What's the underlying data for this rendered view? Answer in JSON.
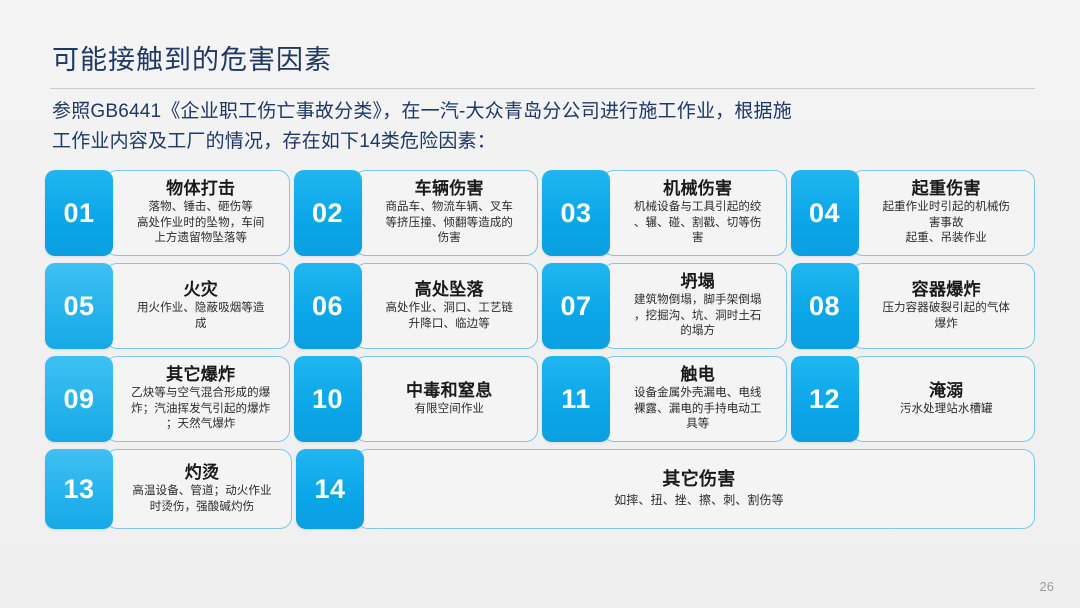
{
  "slide": {
    "title": "可能接触到的危害因素",
    "intro_line1": "参照GB6441《企业职工伤亡事故分类》，在一汽-大众青岛分公司进行施工作业，根据施",
    "intro_line2": "工作业内容及工厂的情况，存在如下14类危险因素：",
    "page_number": "26",
    "accent_color": "#0aa6e8",
    "border_color": "#7ec8e8",
    "title_color": "#1f3864"
  },
  "cards": [
    {
      "number": "01",
      "title": "物体打击",
      "desc": "落物、锤击、砸伤等\n高处作业时的坠物，车间\n上方遗留物坠落等"
    },
    {
      "number": "02",
      "title": "车辆伤害",
      "desc": "商品车、物流车辆、叉车\n等挤压撞、倾翻等造成的\n伤害"
    },
    {
      "number": "03",
      "title": "机械伤害",
      "desc": "机械设备与工具引起的绞\n、辗、碰、割戳、切等伤\n害"
    },
    {
      "number": "04",
      "title": "起重伤害",
      "desc": "起重作业时引起的机械伤\n害事故\n起重、吊装作业"
    },
    {
      "number": "05",
      "title": "火灾",
      "desc": "用火作业、隐蔽吸烟等造\n成"
    },
    {
      "number": "06",
      "title": "高处坠落",
      "desc": "高处作业、洞口、工艺链\n升降口、临边等"
    },
    {
      "number": "07",
      "title": "坍塌",
      "desc": "建筑物倒塌，脚手架倒塌\n，挖掘沟、坑、洞时土石\n的塌方"
    },
    {
      "number": "08",
      "title": "容器爆炸",
      "desc": "压力容器破裂引起的气体\n爆炸"
    },
    {
      "number": "09",
      "title": "其它爆炸",
      "desc": "乙炔等与空气混合形成的爆\n炸；汽油挥发气引起的爆炸\n；天然气爆炸"
    },
    {
      "number": "10",
      "title": "中毒和窒息",
      "desc": "有限空间作业"
    },
    {
      "number": "11",
      "title": "触电",
      "desc": "设备金属外壳漏电、电线\n裸露、漏电的手持电动工\n具等"
    },
    {
      "number": "12",
      "title": "淹溺",
      "desc": "污水处理站水槽罐"
    },
    {
      "number": "13",
      "title": "灼烫",
      "desc": "高温设备、管道；动火作业\n时烫伤，强酸碱灼伤"
    },
    {
      "number": "14",
      "title": "其它伤害",
      "desc": "如摔、扭、挫、擦、刺、割伤等"
    }
  ]
}
